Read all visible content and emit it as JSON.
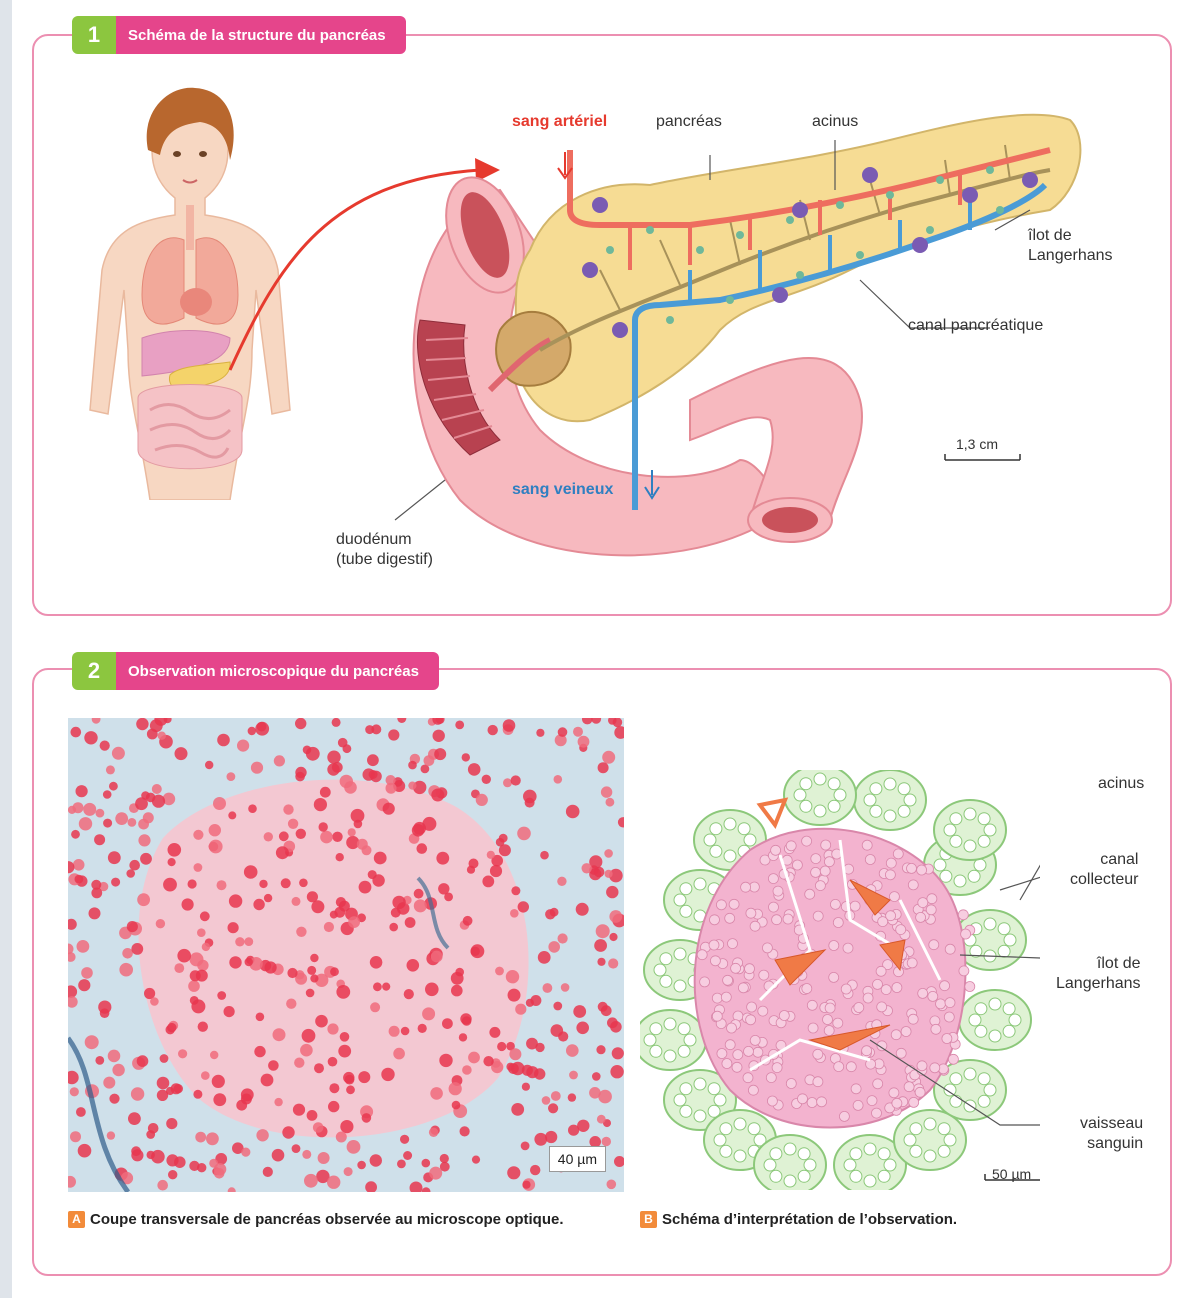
{
  "panel1": {
    "number": "1",
    "title": "Schéma de la structure du pancréas",
    "labels": {
      "sang_arteriel": "sang artériel",
      "pancreas": "pancréas",
      "acinus": "acinus",
      "ilot": "îlot de\nLangerhans",
      "canal": "canal pancréatique",
      "scale": "1,3 cm",
      "sang_veineux": "sang veineux",
      "duodenum": "duodénum\n(tube digestif)"
    }
  },
  "panel2": {
    "number": "2",
    "title": "Observation microscopique du pancréas",
    "labels": {
      "acinus": "acinus",
      "canal_collecteur": "canal\ncollecteur",
      "ilot": "îlot de\nLangerhans",
      "vaisseau": "vaisseau\nsanguin",
      "scale_photo": "40 µm",
      "scale_schema": "50 µm"
    },
    "caption_a_letter": "A",
    "caption_a": "Coupe transversale de pancréas observée au microscope optique.",
    "caption_b_letter": "B",
    "caption_b": "Schéma d’interprétation de l’observation."
  },
  "colors": {
    "accent_pink": "#e5458b",
    "accent_green": "#8cc63f",
    "artery_red": "#e63a2e",
    "vein_blue": "#2f7fc1"
  }
}
